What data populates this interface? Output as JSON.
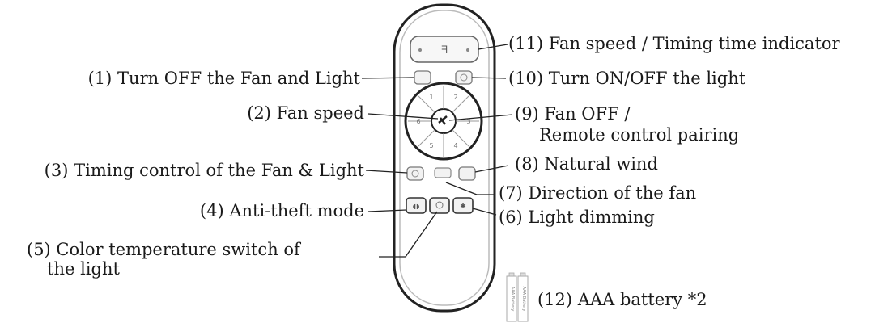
{
  "labels": {
    "l1": "(1) Turn OFF the Fan and Light",
    "l2": "(2) Fan speed",
    "l3": "(3) Timing control of the Fan & Light",
    "l4": "(4) Anti-theft mode",
    "l5a": "(5) Color temperature switch of",
    "l5b": "the light",
    "l6": "(6) Light dimming",
    "l7": "(7) Direction of the fan",
    "l8": "(8) Natural wind",
    "l9a": "(9) Fan OFF /",
    "l9b": "Remote control pairing",
    "l10": "(10) Turn ON/OFF the light",
    "l11": "(11) Fan speed / Timing time indicator",
    "l12": "(12) AAA battery *2"
  },
  "remote": {
    "battery_text": "AAA Battery"
  },
  "colors": {
    "text": "#1a1a1a",
    "remote_body": "#ffffff",
    "remote_outline": "#222222",
    "button_fill": "#f2f2f2",
    "leader_line": "#222222"
  }
}
